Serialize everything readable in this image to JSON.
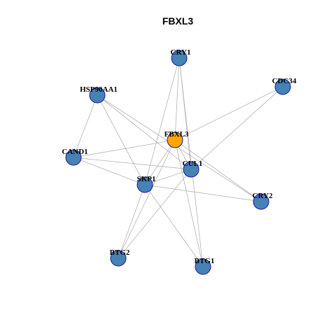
{
  "title": "FBXL3",
  "colors": {
    "node_fill": "#4682B4",
    "node_stroke": "#1a1aa6",
    "center_fill": "#FFA500",
    "center_stroke": "#1a1aa6",
    "edge": "#b3b3b3"
  },
  "nodes": [
    {
      "id": "FBXL3",
      "label": "FBXL3",
      "center": true
    },
    {
      "id": "CRY1",
      "label": "CRY1"
    },
    {
      "id": "CDC34",
      "label": "CDC34"
    },
    {
      "id": "HSP90AA1",
      "label": "HSP90AA1"
    },
    {
      "id": "CAND1",
      "label": "CAND1"
    },
    {
      "id": "CUL1",
      "label": "CUL1"
    },
    {
      "id": "SKP1",
      "label": "SKP1"
    },
    {
      "id": "CRY2",
      "label": "CRY2"
    },
    {
      "id": "BTG2",
      "label": "BTG2"
    },
    {
      "id": "BTG1",
      "label": "BTG1"
    }
  ],
  "edges": [
    [
      "CRY1",
      "FBXL3"
    ],
    [
      "CRY1",
      "SKP1"
    ],
    [
      "CRY1",
      "CUL1"
    ],
    [
      "CRY1",
      "BTG1"
    ],
    [
      "CDC34",
      "FBXL3"
    ],
    [
      "CDC34",
      "CUL1"
    ],
    [
      "HSP90AA1",
      "CAND1"
    ],
    [
      "HSP90AA1",
      "SKP1"
    ],
    [
      "HSP90AA1",
      "CUL1"
    ],
    [
      "HSP90AA1",
      "CRY2"
    ],
    [
      "CAND1",
      "FBXL3"
    ],
    [
      "CAND1",
      "CUL1"
    ],
    [
      "CAND1",
      "SKP1"
    ],
    [
      "FBXL3",
      "SKP1"
    ],
    [
      "FBXL3",
      "CUL1"
    ],
    [
      "FBXL3",
      "CRY2"
    ],
    [
      "FBXL3",
      "BTG2"
    ],
    [
      "FBXL3",
      "BTG1"
    ],
    [
      "CUL1",
      "SKP1"
    ],
    [
      "CUL1",
      "BTG2"
    ],
    [
      "SKP1",
      "CRY2"
    ],
    [
      "SKP1",
      "BTG2"
    ],
    [
      "SKP1",
      "BTG1"
    ]
  ]
}
